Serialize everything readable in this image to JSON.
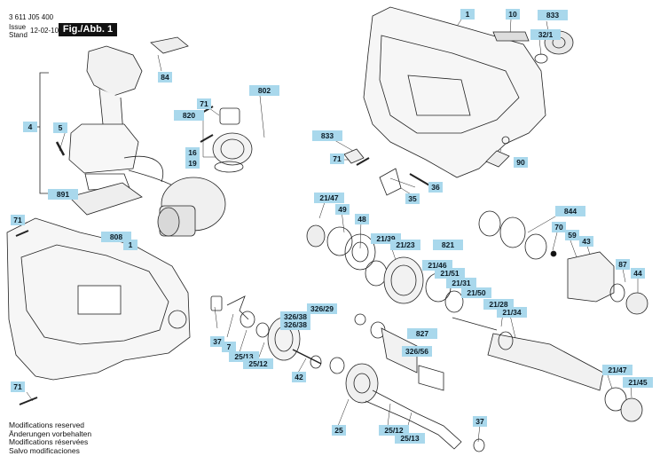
{
  "header": {
    "doc_number": "3 611 J05 400",
    "issue_label_line1": "Issue",
    "issue_label_line2": "Stand",
    "issue_date": "12-02-10",
    "figure_label": "Fig./Abb. 1"
  },
  "footer": {
    "lines": [
      "Modifications reserved",
      "Änderungen vorbehalten",
      "Modifications réservées",
      "Salvo modificaciones"
    ]
  },
  "callouts": [
    {
      "id": "c1",
      "text": "1"
    },
    {
      "id": "c10",
      "text": "10"
    },
    {
      "id": "c833a",
      "text": "833"
    },
    {
      "id": "c32_1",
      "text": "32/1"
    },
    {
      "id": "c84",
      "text": "84"
    },
    {
      "id": "c4",
      "text": "4"
    },
    {
      "id": "c5",
      "text": "5"
    },
    {
      "id": "c71a",
      "text": "71"
    },
    {
      "id": "c820",
      "text": "820"
    },
    {
      "id": "c802",
      "text": "802"
    },
    {
      "id": "c16",
      "text": "16"
    },
    {
      "id": "c19",
      "text": "19"
    },
    {
      "id": "c833b",
      "text": "833"
    },
    {
      "id": "c71b",
      "text": "71"
    },
    {
      "id": "c90",
      "text": "90"
    },
    {
      "id": "c891",
      "text": "891"
    },
    {
      "id": "c36",
      "text": "36"
    },
    {
      "id": "c35",
      "text": "35"
    },
    {
      "id": "c21_47a",
      "text": "21/47"
    },
    {
      "id": "c49",
      "text": "49"
    },
    {
      "id": "c48",
      "text": "48"
    },
    {
      "id": "c21_39",
      "text": "21/39"
    },
    {
      "id": "c21_23",
      "text": "21/23"
    },
    {
      "id": "c821",
      "text": "821"
    },
    {
      "id": "c844",
      "text": "844"
    },
    {
      "id": "c70",
      "text": "70"
    },
    {
      "id": "c59",
      "text": "59"
    },
    {
      "id": "c43",
      "text": "43"
    },
    {
      "id": "c71c",
      "text": "71"
    },
    {
      "id": "c808",
      "text": "808"
    },
    {
      "id": "c1b",
      "text": "1"
    },
    {
      "id": "c21_46",
      "text": "21/46"
    },
    {
      "id": "c21_51",
      "text": "21/51"
    },
    {
      "id": "c21_31",
      "text": "21/31"
    },
    {
      "id": "c21_50",
      "text": "21/50"
    },
    {
      "id": "c87",
      "text": "87"
    },
    {
      "id": "c44",
      "text": "44"
    },
    {
      "id": "c21_28",
      "text": "21/28"
    },
    {
      "id": "c21_34",
      "text": "21/34"
    },
    {
      "id": "c326_29",
      "text": "326/29"
    },
    {
      "id": "c326_38a",
      "text": "326/38"
    },
    {
      "id": "c326_38b",
      "text": "326/38"
    },
    {
      "id": "c827",
      "text": "827"
    },
    {
      "id": "c326_56",
      "text": "326/56"
    },
    {
      "id": "c37a",
      "text": "37"
    },
    {
      "id": "c7",
      "text": "7"
    },
    {
      "id": "c25_13a",
      "text": "25/13"
    },
    {
      "id": "c25_12a",
      "text": "25/12"
    },
    {
      "id": "c42",
      "text": "42"
    },
    {
      "id": "c71d",
      "text": "71"
    },
    {
      "id": "c21_47b",
      "text": "21/47"
    },
    {
      "id": "c21_45",
      "text": "21/45"
    },
    {
      "id": "c25",
      "text": "25"
    },
    {
      "id": "c25_12b",
      "text": "25/12"
    },
    {
      "id": "c25_13b",
      "text": "25/13"
    },
    {
      "id": "c37b",
      "text": "37"
    }
  ]
}
